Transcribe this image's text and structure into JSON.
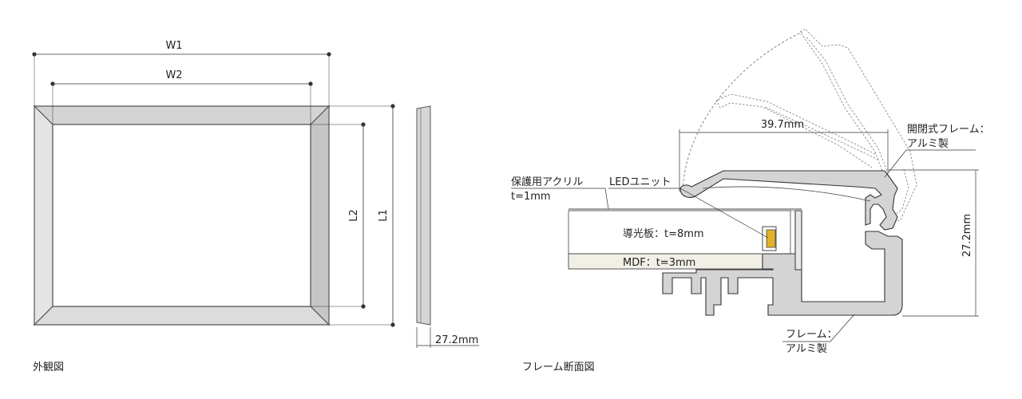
{
  "exterior": {
    "caption": "外観図",
    "dims": {
      "w1": "W1",
      "w2": "W2",
      "l1": "L1",
      "l2": "L2",
      "depth": "27.2mm"
    }
  },
  "section": {
    "caption": "フレーム断面図",
    "labels": {
      "open_width": "39.7mm",
      "height": "27.2mm",
      "open_frame_line1": "開閉式フレーム：",
      "open_frame_line2": "アルミ製",
      "acrylic_line1": "保護用アクリル",
      "acrylic_line2": "t=1mm",
      "led_unit": "LEDユニット",
      "light_guide": "導光板：t=8mm",
      "mdf": "MDF：t=3mm",
      "frame_line1": "フレーム：",
      "frame_line2": "アルミ製"
    }
  },
  "colors": {
    "frame_fill": "#d6d6d6",
    "mdf_fill": "#f1efe6",
    "led_fill": "#e3b22a",
    "line": "#333333"
  }
}
